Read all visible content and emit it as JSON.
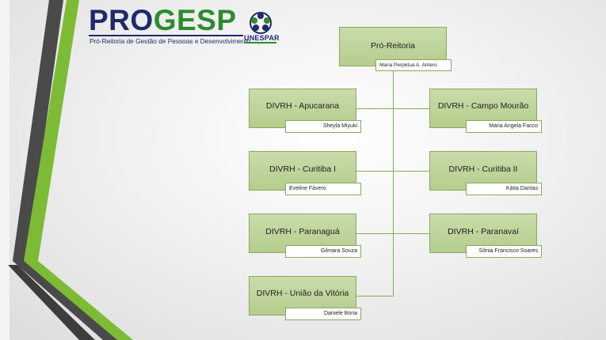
{
  "header": {
    "logo_part1": "PRO",
    "logo_part2": "GESP",
    "logo_subtitle": "Pró-Reitoria de Gestão de Pessoas e Desenvolvimento",
    "partner_name": "UNESPAR"
  },
  "colors": {
    "node_fill": "#c3d7a2",
    "node_border": "#8aa861",
    "brand_navy": "#1f2a6b",
    "brand_green": "#2e8b2e",
    "stripe_dark": "#4a4a4a",
    "stripe_green": "#7dbb35"
  },
  "org": {
    "root": {
      "title": "Pró-Reitoria",
      "person": "Maria Perpétua A. Antero"
    },
    "units": [
      {
        "title": "DIVRH - Apucarana",
        "person": "Sheyla Miyuki"
      },
      {
        "title": "DIVRH - Campo Mourão",
        "person": "Maria Angela Facco"
      },
      {
        "title": "DIVRH - Curitiba I",
        "person": "Eveline Fávero"
      },
      {
        "title": "DIVRH - Curitiba II",
        "person": "Kátia Dantas"
      },
      {
        "title": "DIVRH - Paranaguá",
        "person": "Gilmara Souza"
      },
      {
        "title": "DIVRH - Paranavaí",
        "person": "Sônia Francisco Soares"
      },
      {
        "title": "DIVRH - União da Vitória",
        "person": "Daniele Bona"
      }
    ]
  }
}
